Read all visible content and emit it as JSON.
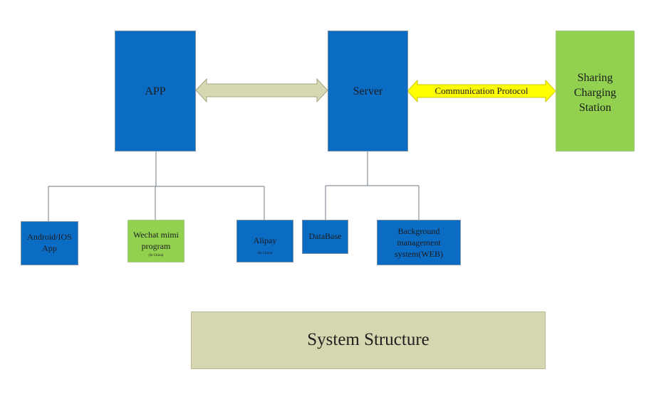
{
  "diagram": {
    "nodes": {
      "app": "APP",
      "server": "Server",
      "station": "Sharing\nCharging\nStation",
      "android": "Android/IOS\nApp",
      "wechat": "Wechat mimi\nprogram",
      "wechat_note": "(In China)",
      "alipay": "Alipay",
      "alipay_note": "(In China)",
      "database": "DataBase",
      "background": "Background\nmanagement\nsystem(WEB)"
    },
    "edges": {
      "server_station": "Communication Protocol"
    },
    "caption": "System Structure"
  },
  "colors": {
    "node_blue": "#0b6cc4",
    "node_green": "#92d050",
    "caption_bg": "#d6d6b0",
    "arrow_khaki": "#d7d7b4",
    "arrow_yellow": "#ffff00"
  }
}
